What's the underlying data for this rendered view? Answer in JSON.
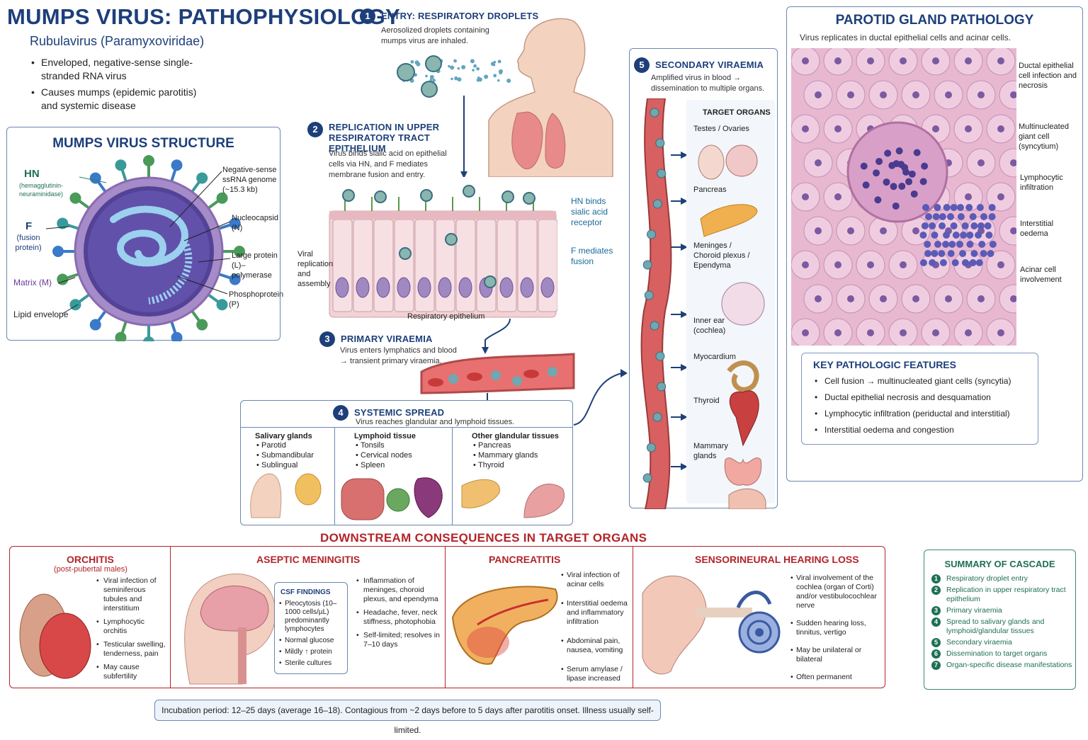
{
  "header": {
    "title": "MUMPS VIRUS: PATHOPHYSIOLOGY",
    "subtitle": "Rubulavirus (Paramyxoviridae)",
    "bullets": [
      "Enveloped, negative-sense single-stranded RNA virus",
      "Causes mumps (epidemic parotitis) and systemic disease"
    ]
  },
  "structure": {
    "title": "MUMPS VIRUS STRUCTURE",
    "hn_label": "HN",
    "hn_sub": "(hemagglutinin-neuraminidase)",
    "f_label": "F",
    "f_sub": "(fusion protein)",
    "matrix": "Matrix (M)",
    "lipid": "Lipid envelope",
    "genome": "Negative-sense ssRNA genome (~15.3 kb)",
    "nucleocapsid": "Nucleocapsid (N)",
    "large": "Large protein (L)–polymerase",
    "phospho": "Phosphoprotein (P)"
  },
  "steps": {
    "s1": {
      "num": "1",
      "title": "ENTRY: RESPIRATORY DROPLETS",
      "text": "Aerosolized droplets containing mumps virus are inhaled."
    },
    "s2": {
      "num": "2",
      "title": "REPLICATION IN UPPER RESPIRATORY TRACT EPITHELIUM",
      "text": "Virus binds sialic acid on epithelial cells via HN, and F mediates membrane fusion and entry."
    },
    "s2_labels": {
      "viral": "Viral replication and assembly",
      "hn": "HN binds sialic acid receptor",
      "f": "F mediates fusion",
      "epi": "Respiratory epithelium"
    },
    "s3": {
      "num": "3",
      "title": "PRIMARY VIRAEMIA",
      "text": "Virus enters lymphatics and blood → transient primary viraemia."
    },
    "s4": {
      "num": "4",
      "title": "SYSTEMIC SPREAD",
      "text": "Virus reaches glandular and lymphoid tissues."
    },
    "s5": {
      "num": "5",
      "title": "SECONDARY VIRAEMIA",
      "text": "Amplified virus in blood → dissemination to multiple organs."
    }
  },
  "spread": {
    "cols": [
      {
        "title": "Salivary glands",
        "items": [
          "Parotid",
          "Submandibular",
          "Sublingual"
        ]
      },
      {
        "title": "Lymphoid tissue",
        "items": [
          "Tonsils",
          "Cervical nodes",
          "Spleen"
        ]
      },
      {
        "title": "Other glandular tissues",
        "items": [
          "Pancreas",
          "Mammary glands",
          "Thyroid"
        ]
      }
    ]
  },
  "targets": {
    "title": "TARGET ORGANS",
    "items": [
      "Testes / Ovaries",
      "Pancreas",
      "Meninges / Choroid plexus / Ependyma",
      "Inner ear (cochlea)",
      "Myocardium",
      "Thyroid",
      "Mammary glands"
    ]
  },
  "parotid": {
    "title": "PAROTID GLAND PATHOLOGY",
    "text": "Virus replicates in ductal epithelial cells and acinar cells.",
    "labels": [
      "Ductal epithelial cell infection and necrosis",
      "Multinucleated giant cell (syncytium)",
      "Lymphocytic infiltration",
      "Interstitial oedema",
      "Acinar cell involvement"
    ],
    "features_title": "KEY PATHOLOGIC FEATURES",
    "features": [
      "Cell fusion → multinucleated giant cells (syncytia)",
      "Ductal epithelial necrosis and desquamation",
      "Lymphocytic infiltration (periductal and interstitial)",
      "Interstitial oedema and congestion"
    ]
  },
  "downstream": {
    "title": "DOWNSTREAM CONSEQUENCES IN TARGET ORGANS",
    "orchitis": {
      "title": "ORCHITIS",
      "sub": "(post-pubertal males)",
      "items": [
        "Viral infection of seminiferous tubules and interstitium",
        "Lymphocytic orchitis",
        "Testicular swelling, tenderness, pain",
        "May cause subfertility"
      ]
    },
    "meningitis": {
      "title": "ASEPTIC MENINGITIS",
      "csf_title": "CSF FINDINGS",
      "csf": [
        "Pleocytosis (10–1000 cells/µL) predominantly lymphocytes",
        "Normal glucose",
        "Mildly ↑ protein",
        "Sterile cultures"
      ],
      "items": [
        "Inflammation of meninges, choroid plexus, and ependyma",
        "Headache, fever, neck stiffness, photophobia",
        "Self-limited; resolves in 7–10 days"
      ]
    },
    "pancreatitis": {
      "title": "PANCREATITIS",
      "items": [
        "Viral infection of acinar cells",
        "Interstitial oedema and inflammatory infiltration",
        "Abdominal pain, nausea, vomiting",
        "Serum amylase / lipase increased"
      ]
    },
    "hearing": {
      "title": "SENSORINEURAL HEARING LOSS",
      "items": [
        "Viral involvement of the cochlea (organ of Corti) and/or vestibulocochlear nerve",
        "Sudden hearing loss, tinnitus, vertigo",
        "May be unilateral or bilateral",
        "Often permanent"
      ]
    }
  },
  "summary": {
    "title": "SUMMARY OF CASCADE",
    "items": [
      "Respiratory droplet entry",
      "Replication in upper respiratory tract epithelium",
      "Primary viraemia",
      "Spread to salivary glands and lymphoid/glandular tissues",
      "Secondary viraemia",
      "Dissemination to target organs",
      "Organ-specific disease manifestations"
    ]
  },
  "footer": "Incubation period: 12–25 days (average 16–18). Contagious from ~2 days before to 5 days after parotitis onset. Illness usually self-limited."
}
